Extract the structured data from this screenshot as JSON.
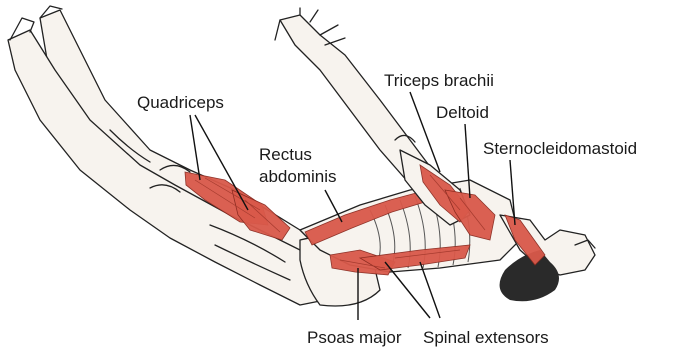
{
  "labels": {
    "quadriceps": "Quadriceps",
    "rectus_line1": "Rectus",
    "rectus_line2": "abdominis",
    "triceps": "Triceps brachii",
    "deltoid": "Deltoid",
    "sterno": "Sternocleidomastoid",
    "psoas": "Psoas major",
    "spinal": "Spinal extensors"
  },
  "colors": {
    "muscle": "#d9594a",
    "outline": "#222222",
    "skin": "#f7f3ee"
  }
}
